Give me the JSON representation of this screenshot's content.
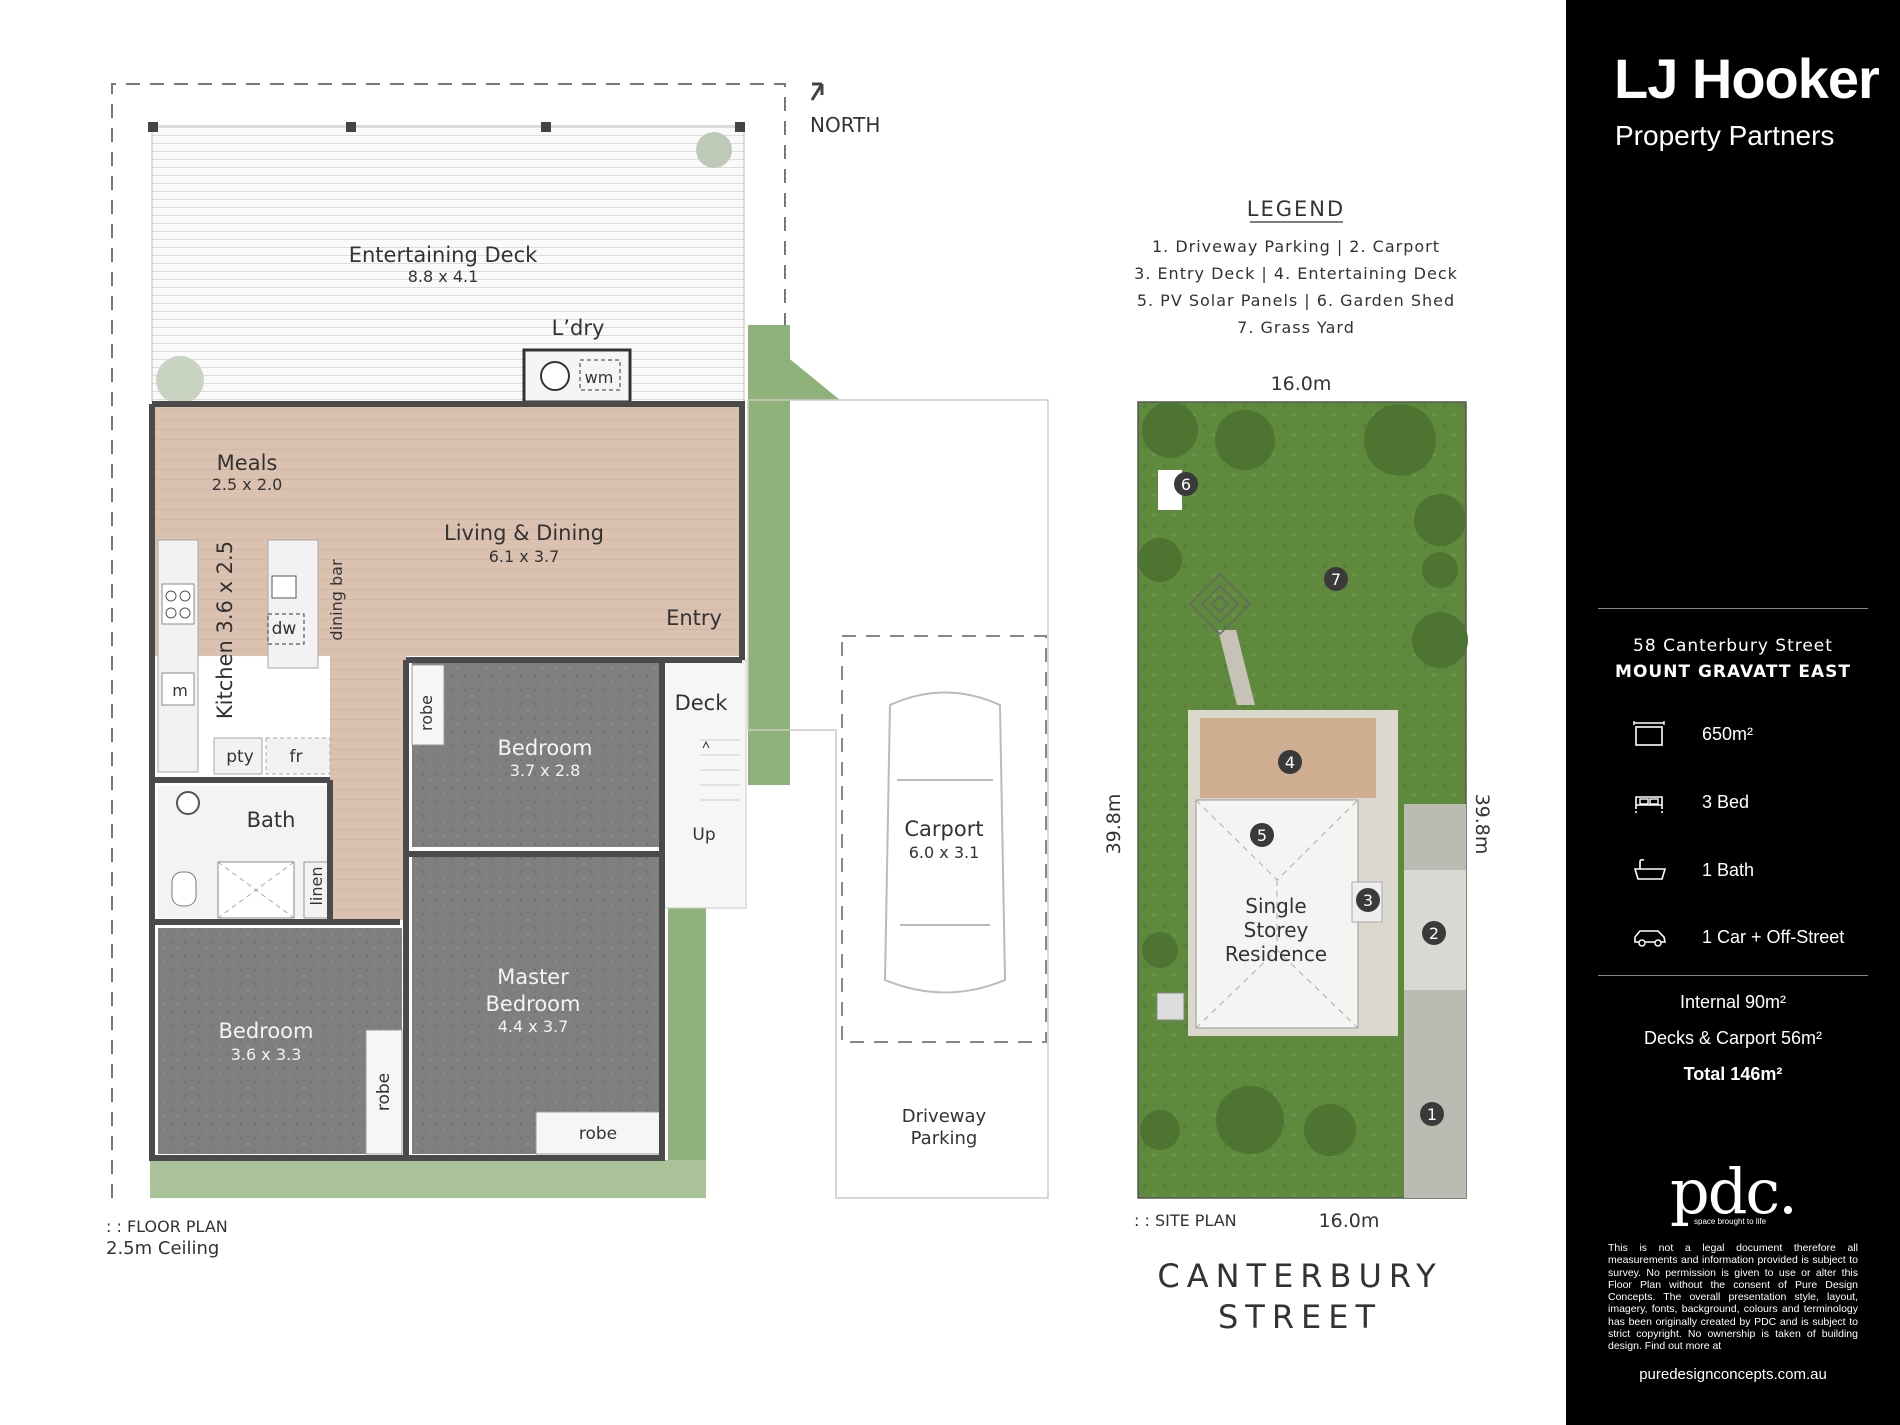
{
  "floor_plan": {
    "north_label": "NORTH",
    "rooms": {
      "entertaining_deck": {
        "name": "Entertaining Deck",
        "dim": "8.8 x 4.1"
      },
      "laundry": {
        "name": "L’dry",
        "wm": "wm"
      },
      "meals": {
        "name": "Meals",
        "dim": "2.5 x 2.0"
      },
      "living": {
        "name": "Living & Dining",
        "dim": "6.1 x 3.7"
      },
      "kitchen": {
        "name": "Kitchen 3.6 x 2.5",
        "dw": "dw",
        "bar": "dining bar",
        "m": "m",
        "pty": "pty",
        "fr": "fr"
      },
      "entry": {
        "name": "Entry"
      },
      "deck": {
        "name": "Deck",
        "up": "Up"
      },
      "bedroom2": {
        "name": "Bedroom",
        "dim": "3.7 x 2.8",
        "robe": "robe"
      },
      "bath": {
        "name": "Bath"
      },
      "linen": {
        "name": "linen"
      },
      "bedroom3": {
        "name": "Bedroom",
        "dim": "3.6 x 3.3",
        "robe": "robe"
      },
      "master": {
        "name1": "Master",
        "name2": "Bedroom",
        "dim": "4.4 x 3.7",
        "robe": "robe"
      },
      "carport": {
        "name": "Carport",
        "dim": "6.0 x 3.1"
      },
      "driveway": {
        "line1": "Driveway",
        "line2": "Parking"
      }
    },
    "caption": ": :  FLOOR PLAN",
    "ceiling": "2.5m Ceiling"
  },
  "site_plan": {
    "legend_title": "LEGEND",
    "legend_lines": [
      "1. Driveway Parking   |   2. Carport",
      "3. Entry Deck   |   4. Entertaining Deck",
      "5. PV Solar Panels  |  6. Garden Shed",
      "7. Grass Yard"
    ],
    "width_top": "16.0m",
    "width_bottom": "16.0m",
    "depth_left": "39.8m",
    "depth_right": "39.8m",
    "markers": [
      "1",
      "2",
      "3",
      "4",
      "5",
      "6",
      "7"
    ],
    "residence": [
      "Single",
      "Storey",
      "Residence"
    ],
    "caption": ": :  SITE PLAN",
    "street_line1": "CANTERBURY",
    "street_line2": "STREET"
  },
  "agency": {
    "logo_line1": "LJ Hooker",
    "logo_line2": "Property Partners"
  },
  "property": {
    "address_line1": "58 Canterbury Street",
    "address_line2": "MOUNT GRAVATT EAST",
    "features": [
      {
        "icon": "land-size-icon",
        "label": "650m²"
      },
      {
        "icon": "bed-icon",
        "label": "3 Bed"
      },
      {
        "icon": "bath-icon",
        "label": "1 Bath"
      },
      {
        "icon": "car-icon",
        "label": "1 Car + Off-Street"
      }
    ],
    "internal": "Internal 90m²",
    "decks": "Decks & Carport 56m²",
    "total": "Total 146m²"
  },
  "designer": {
    "logo": "pdc.",
    "tagline": "space brought to life",
    "disclaimer": "This is not a legal document therefore all measurements and information provided is subject to survey. No permission is given to use or alter this Floor Plan without the consent of Pure Design Concepts. The overall presentation style, layout, imagery, fonts, background, colours and terminology has been originally created by PDC and is subject to strict copyright. No ownership is taken of building design. Find out more at",
    "website": "puredesignconcepts.com.au"
  },
  "colors": {
    "panel": "#000000",
    "wood_floor": "#dcc3b1",
    "carpet": "#7d7d7d",
    "grass": "#5f8a3e",
    "wall": "#4a4a4a"
  }
}
